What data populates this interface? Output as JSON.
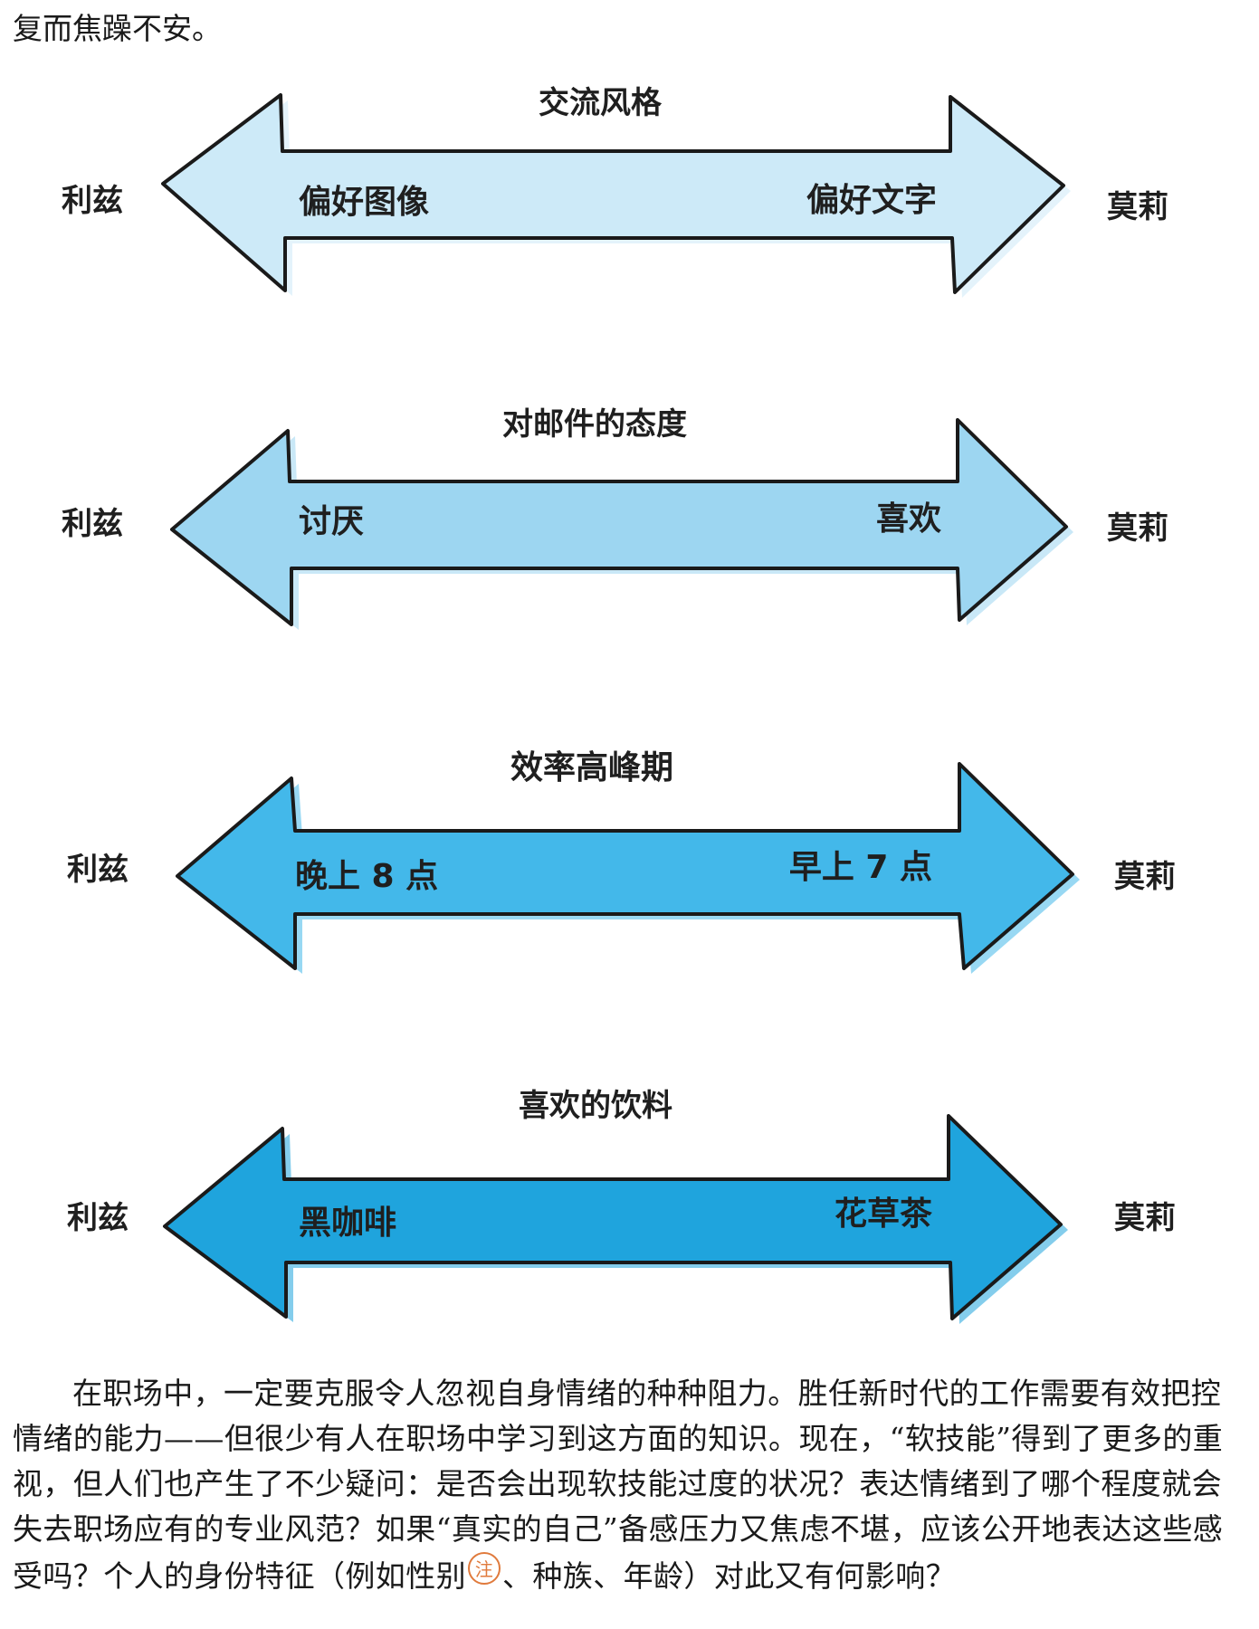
{
  "top_text": "复而焦躁不安。",
  "diagrams": [
    {
      "title": "交流风格",
      "left_person": "利兹",
      "right_person": "莫莉",
      "left_value": "偏好图像",
      "right_value": "偏好文字",
      "color": "#cdeaf8"
    },
    {
      "title": "对邮件的态度",
      "left_person": "利兹",
      "right_person": "莫莉",
      "left_value": "讨厌",
      "right_value": "喜欢",
      "color": "#9dd6f1"
    },
    {
      "title": "效率高峰期",
      "left_person": "利兹",
      "right_person": "莫莉",
      "left_value": "晚上 8 点",
      "right_value": "早上 7 点",
      "color": "#43b8ea"
    },
    {
      "title": "喜欢的饮料",
      "left_person": "利兹",
      "right_person": "莫莉",
      "left_value": "黑咖啡",
      "right_value": "花草茶",
      "color": "#1fa4dd"
    }
  ],
  "paragraph": {
    "before_note": "在职场中，一定要克服令人忽视自身情绪的种种阻力。胜任新时代的工作需要有效把控情绪的能力——但很少有人在职场中学习到这方面的知识。现在，“软技能”得到了更多的重视，但人们也产生了不少疑问：是否会出现软技能过度的状况？表达情绪到了哪个程度就会失去职场应有的专业风范？如果“真实的自己”备感压力又焦虑不堪，应该公开地表达这些感受吗？个人的身份特征（例如性别",
    "note_mark": "注",
    "after_note": "、种族、年龄）对此又有何影响？"
  },
  "colors": {
    "outline": "#1a1a1a",
    "note": "#e07a3c"
  }
}
